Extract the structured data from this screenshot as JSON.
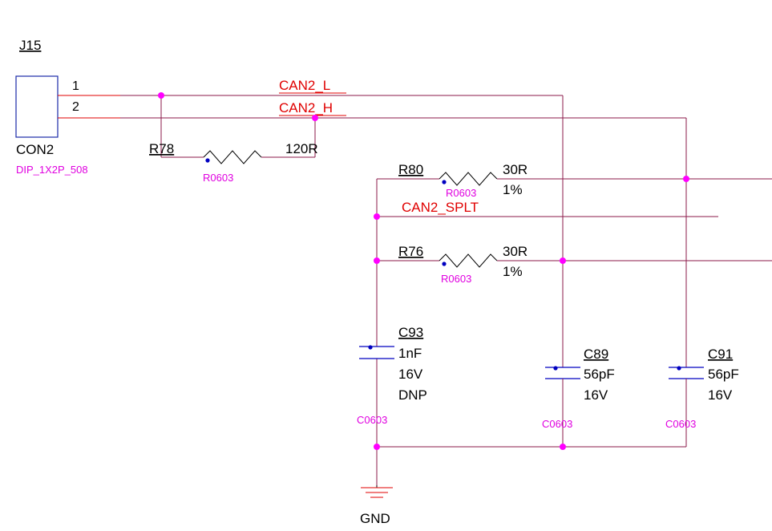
{
  "connector": {
    "ref": "J15",
    "value": "CON2",
    "package": "DIP_1X2P_508",
    "pin1": "1",
    "pin2": "2"
  },
  "nets": {
    "can_l": "CAN2_L",
    "can_h": "CAN2_H",
    "split": "CAN2_SPLT",
    "gnd": "GND"
  },
  "components": {
    "r78": {
      "ref": "R78",
      "value": "120R",
      "package": "R0603"
    },
    "r80": {
      "ref": "R80",
      "value": "30R",
      "tolerance": "1%",
      "package": "R0603"
    },
    "r76": {
      "ref": "R76",
      "value": "30R",
      "tolerance": "1%",
      "package": "R0603"
    },
    "c93": {
      "ref": "C93",
      "value": "1nF",
      "voltage": "16V",
      "note": "DNP",
      "package": "C0603"
    },
    "c89": {
      "ref": "C89",
      "value": "56pF",
      "voltage": "16V",
      "package": "C0603"
    },
    "c91": {
      "ref": "C91",
      "value": "56pF",
      "voltage": "16V",
      "package": "C0603"
    }
  },
  "colors": {
    "wire": "#8b1a4a",
    "net_label": "#e00000",
    "junction": "#ff00ff",
    "package_text": "#e000e0",
    "pin_dot": "#0000c0"
  }
}
